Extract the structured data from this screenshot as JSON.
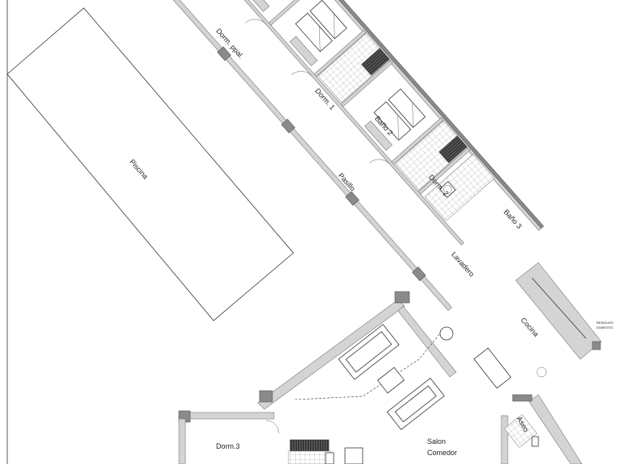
{
  "plan": {
    "rooms": [
      {
        "id": "piscina",
        "label": "Piscina"
      },
      {
        "id": "dorm-ppal",
        "label": "Dorm. ppal."
      },
      {
        "id": "dorm-1",
        "label": "Dorm. 1"
      },
      {
        "id": "bano-2",
        "label": "Baño 2"
      },
      {
        "id": "pasillo",
        "label": "Pasillo"
      },
      {
        "id": "dorm-2",
        "label": "Dorm. 2"
      },
      {
        "id": "bano-3",
        "label": "Baño 3"
      },
      {
        "id": "lavadero",
        "label": "Lavadero"
      },
      {
        "id": "cocina",
        "label": "Cocina"
      },
      {
        "id": "dorm-3",
        "label": "Dorm.3"
      },
      {
        "id": "salon",
        "label": "Salon"
      },
      {
        "id": "comedor",
        "label": "Comedor"
      },
      {
        "id": "aseo",
        "label": "Aseo"
      }
    ],
    "annotation_1": "RESIDUOS",
    "annotation_2": "DOMESTIC"
  },
  "colors": {
    "wall_fill": "#8a8a8a",
    "wall_light": "#d4d4d4",
    "line": "#333333",
    "background": "#ffffff"
  }
}
